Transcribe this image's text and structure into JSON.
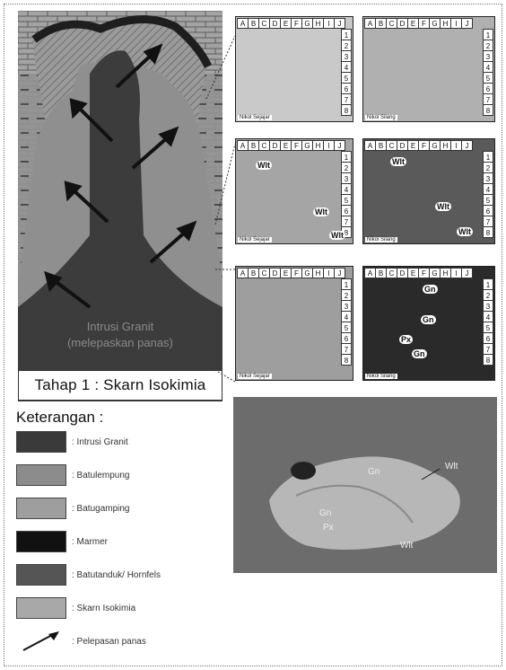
{
  "section": {
    "intrusion_label_line1": "Intrusi Granit",
    "intrusion_label_line2": "(melepaskan panas)",
    "stage_title": "Tahap 1 : Skarn Isokimia"
  },
  "grid": {
    "columns": [
      "A",
      "B",
      "C",
      "D",
      "E",
      "F",
      "G",
      "H",
      "I",
      "J"
    ],
    "rows": [
      "1",
      "2",
      "3",
      "4",
      "5",
      "6",
      "7",
      "8"
    ]
  },
  "panels": [
    {
      "caption": "Nikol Sejajar",
      "labels": []
    },
    {
      "caption": "Nikol Silang",
      "labels": []
    },
    {
      "caption": "Nikol Sejajar",
      "labels": [
        "Wlt",
        "Wlt",
        "Wlt"
      ]
    },
    {
      "caption": "Nikol Silang",
      "labels": [
        "Wlt",
        "Wlt",
        "Wlt"
      ]
    },
    {
      "caption": "Nikol Sejajar",
      "labels": []
    },
    {
      "caption": "Nikol Silang",
      "labels": [
        "Gn",
        "Gn",
        "Px",
        "Gn"
      ]
    }
  ],
  "legend": {
    "title": "Keterangan :",
    "items": [
      {
        "label": ": Intrusi Granit",
        "color": "#3a3a3a"
      },
      {
        "label": ": Batulempung",
        "color": "#8c8c8c"
      },
      {
        "label": ": Batugamping",
        "color": "#9e9e9e"
      },
      {
        "label": ": Marmer",
        "color": "#111111"
      },
      {
        "label": ": Batutanduk/ Hornfels",
        "color": "#555555"
      },
      {
        "label": ": Skarn Isokimia",
        "color": "#a8a8a8"
      },
      {
        "label": ": Pelepasan panas",
        "color": "#111111"
      }
    ]
  },
  "photo": {
    "labels": [
      "Wlt",
      "Gn",
      "Gn",
      "Px",
      "Wlt"
    ]
  }
}
